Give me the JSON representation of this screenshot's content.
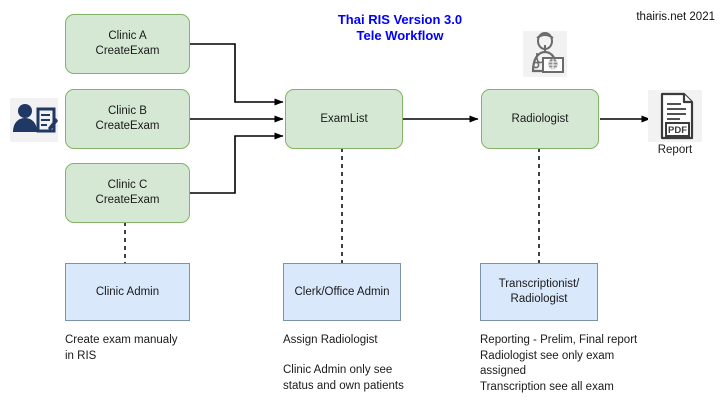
{
  "header": {
    "title": "Thai RIS Version 3.0\nTele Workflow",
    "credit": "thairis.net 2021",
    "title_color": "#0000ff"
  },
  "colors": {
    "process_fill": "#d5e8d4",
    "process_stroke": "#82b366",
    "role_fill": "#dae8fc",
    "role_stroke": "#7a93ab",
    "connector": "#000000",
    "dashed": "#000000"
  },
  "process_nodes": [
    {
      "id": "clinic-a",
      "label": "Clinic A\nCreateExam"
    },
    {
      "id": "clinic-b",
      "label": "Clinic B\nCreateExam"
    },
    {
      "id": "clinic-c",
      "label": "Clinic C\nCreateExam"
    },
    {
      "id": "examlist",
      "label": "ExamList"
    },
    {
      "id": "radiologist",
      "label": "Radiologist"
    }
  ],
  "role_nodes": [
    {
      "id": "clinic-admin",
      "label": "Clinic Admin"
    },
    {
      "id": "clerk-office-admin",
      "label": "Clerk/Office Admin"
    },
    {
      "id": "transcriptionist-radiologist",
      "label": "Transcriptionist/\nRadiologist"
    }
  ],
  "captions": [
    {
      "id": "caption-clinic",
      "text": "Create exam manualy\nin RIS"
    },
    {
      "id": "caption-clerk-1",
      "text": "Assign Radiologist"
    },
    {
      "id": "caption-clerk-2",
      "text": "Clinic Admin only see\nstatus and own patients"
    },
    {
      "id": "caption-radiologist",
      "text": "Reporting - Prelim, Final report\nRadiologist see only exam\nassigned\nTranscription see all exam"
    }
  ],
  "icons": [
    {
      "id": "clinic-user-icon",
      "name": "person-with-form-icon",
      "color": "#1f3864"
    },
    {
      "id": "doctor-icon",
      "name": "doctor-with-xray-icon",
      "color": "#6b6b6b"
    },
    {
      "id": "pdf-icon",
      "name": "pdf-document-icon",
      "color": "#3a3a3a",
      "badge": "PDF"
    }
  ],
  "report": {
    "label": "Report",
    "badge": "PDF"
  }
}
